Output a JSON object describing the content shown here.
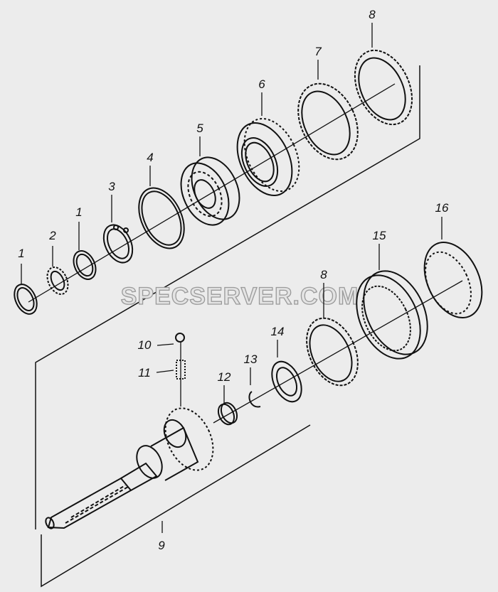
{
  "watermark": "SPECSERVER.COM",
  "callouts": {
    "c1a": "1",
    "c2": "2",
    "c1b": "1",
    "c3": "3",
    "c4": "4",
    "c5": "5",
    "c6": "6",
    "c7": "7",
    "c8a": "8",
    "c8b": "8",
    "c9": "9",
    "c10": "10",
    "c11": "11",
    "c12": "12",
    "c13": "13",
    "c14": "14",
    "c15": "15",
    "c16": "16"
  }
}
